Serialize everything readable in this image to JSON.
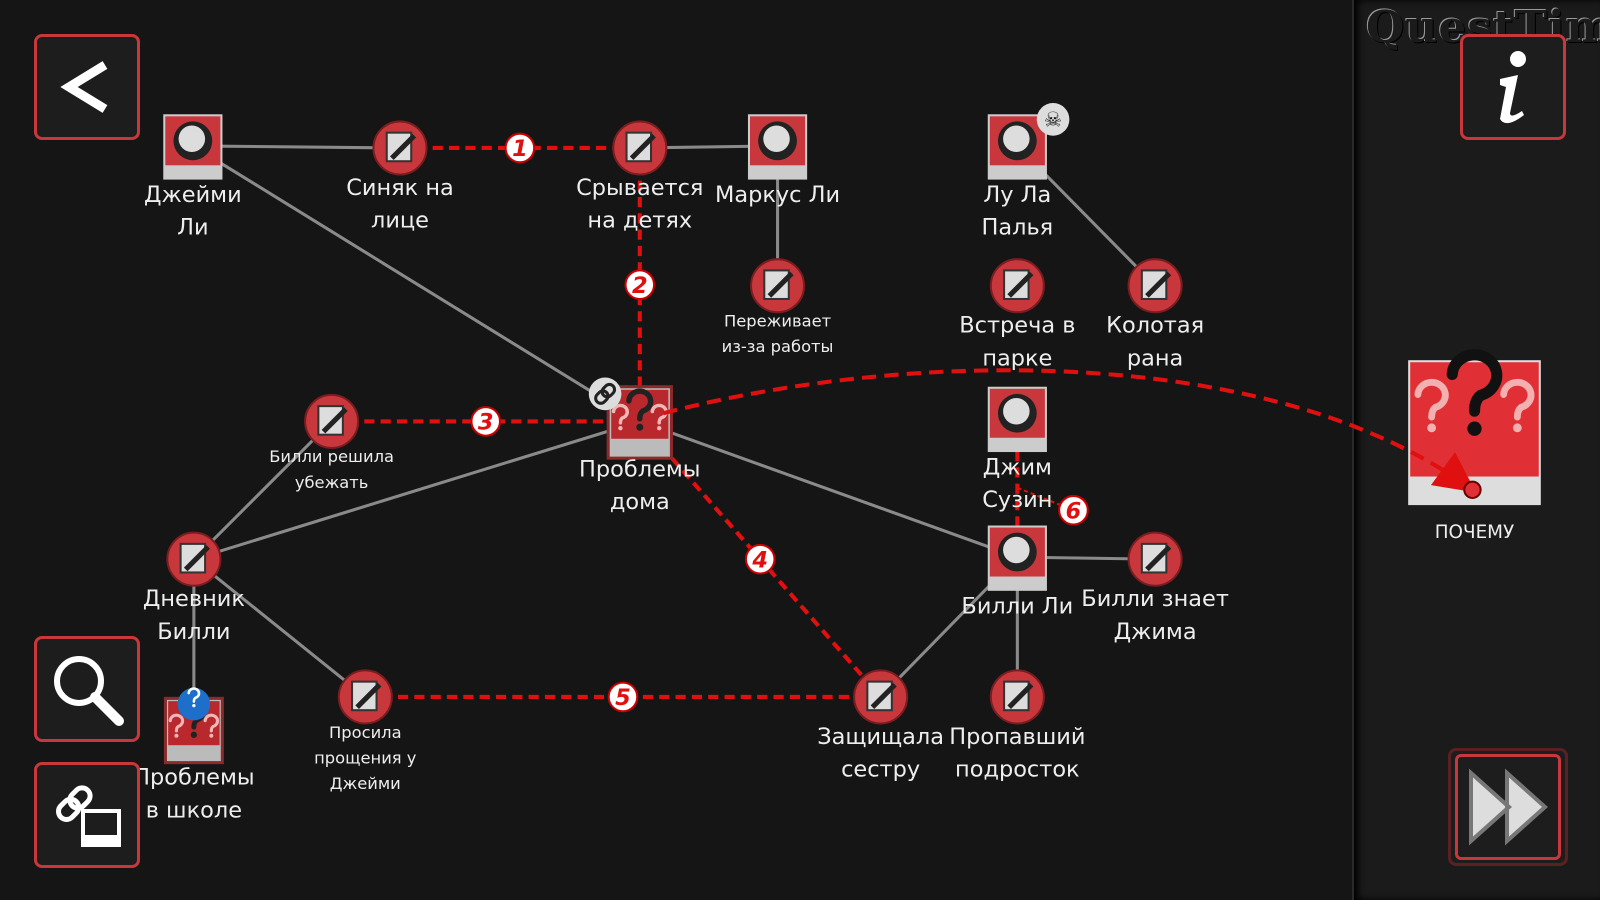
{
  "app": {
    "brand": "QuestTime"
  },
  "colors": {
    "accent": "#c8373b",
    "link_red": "#e01010",
    "edge_gray": "#8a8a8a",
    "background": "#151515"
  },
  "buttons": {
    "back": "back-arrow-icon",
    "search": "magnifier-icon",
    "link_mode": "link-icon",
    "info": "info-icon",
    "next": "fast-forward-icon"
  },
  "nodes": [
    {
      "id": "jamie",
      "type": "person",
      "label": [
        "Джейми",
        "Ли"
      ]
    },
    {
      "id": "bruise",
      "type": "note",
      "label": [
        "Синяк на",
        "лице"
      ]
    },
    {
      "id": "lashes",
      "type": "note",
      "label": [
        "Срывается",
        "на детях"
      ]
    },
    {
      "id": "markus",
      "type": "person",
      "label": [
        "Маркус Ли"
      ]
    },
    {
      "id": "lula",
      "type": "person",
      "label": [
        "Лу Ла",
        "Палья"
      ],
      "badge": "skull"
    },
    {
      "id": "worries",
      "type": "note",
      "label": [
        "Переживает",
        "из-за работы"
      ],
      "small": true
    },
    {
      "id": "meeting",
      "type": "note",
      "label": [
        "Встреча в",
        "парке"
      ]
    },
    {
      "id": "stab",
      "type": "note",
      "label": [
        "Колотая",
        "рана"
      ]
    },
    {
      "id": "home",
      "type": "question",
      "label": [
        "Проблемы",
        "дома"
      ],
      "badge": "link"
    },
    {
      "id": "runaway",
      "type": "note",
      "label": [
        "Билли решила",
        "убежать"
      ],
      "small": true
    },
    {
      "id": "jim",
      "type": "person",
      "label": [
        "Джим",
        "Сузин"
      ]
    },
    {
      "id": "diary",
      "type": "note",
      "label": [
        "Дневник",
        "Билли"
      ]
    },
    {
      "id": "billy",
      "type": "person",
      "label": [
        "Билли Ли"
      ]
    },
    {
      "id": "billyknows",
      "type": "note",
      "label": [
        "Билли знает",
        "Джима"
      ]
    },
    {
      "id": "school",
      "type": "question",
      "label": [
        "Проблемы",
        "в школе"
      ],
      "badge": "question"
    },
    {
      "id": "apology",
      "type": "note",
      "label": [
        "Просила",
        "прощения у",
        "Джейми"
      ],
      "small": true
    },
    {
      "id": "protected",
      "type": "note",
      "label": [
        "Защищала",
        "сестру"
      ]
    },
    {
      "id": "missing",
      "type": "note",
      "label": [
        "Пропавший",
        "подросток"
      ]
    }
  ],
  "edges": [
    [
      "jamie",
      "bruise"
    ],
    [
      "lashes",
      "markus"
    ],
    [
      "jamie",
      "home"
    ],
    [
      "markus",
      "worries"
    ],
    [
      "lula",
      "stab"
    ],
    [
      "runaway",
      "diary"
    ],
    [
      "home",
      "diary"
    ],
    [
      "home",
      "billy"
    ],
    [
      "diary",
      "apology"
    ],
    [
      "diary",
      "school"
    ],
    [
      "billy",
      "protected"
    ],
    [
      "billy",
      "billyknows"
    ],
    [
      "billy",
      "missing"
    ]
  ],
  "chain": [
    {
      "from": "bruise",
      "to": "lashes",
      "step": "1"
    },
    {
      "from": "lashes",
      "to": "home",
      "step": "2"
    },
    {
      "from": "runaway",
      "to": "home",
      "step": "3"
    },
    {
      "from": "home",
      "to": "protected",
      "step": "4"
    },
    {
      "from": "apology",
      "to": "protected",
      "step": "5"
    },
    {
      "from": "jim",
      "to": "billy",
      "step": "6"
    }
  ],
  "goal": {
    "label": "ПОЧЕМУ",
    "icon": "question-marks-icon"
  }
}
